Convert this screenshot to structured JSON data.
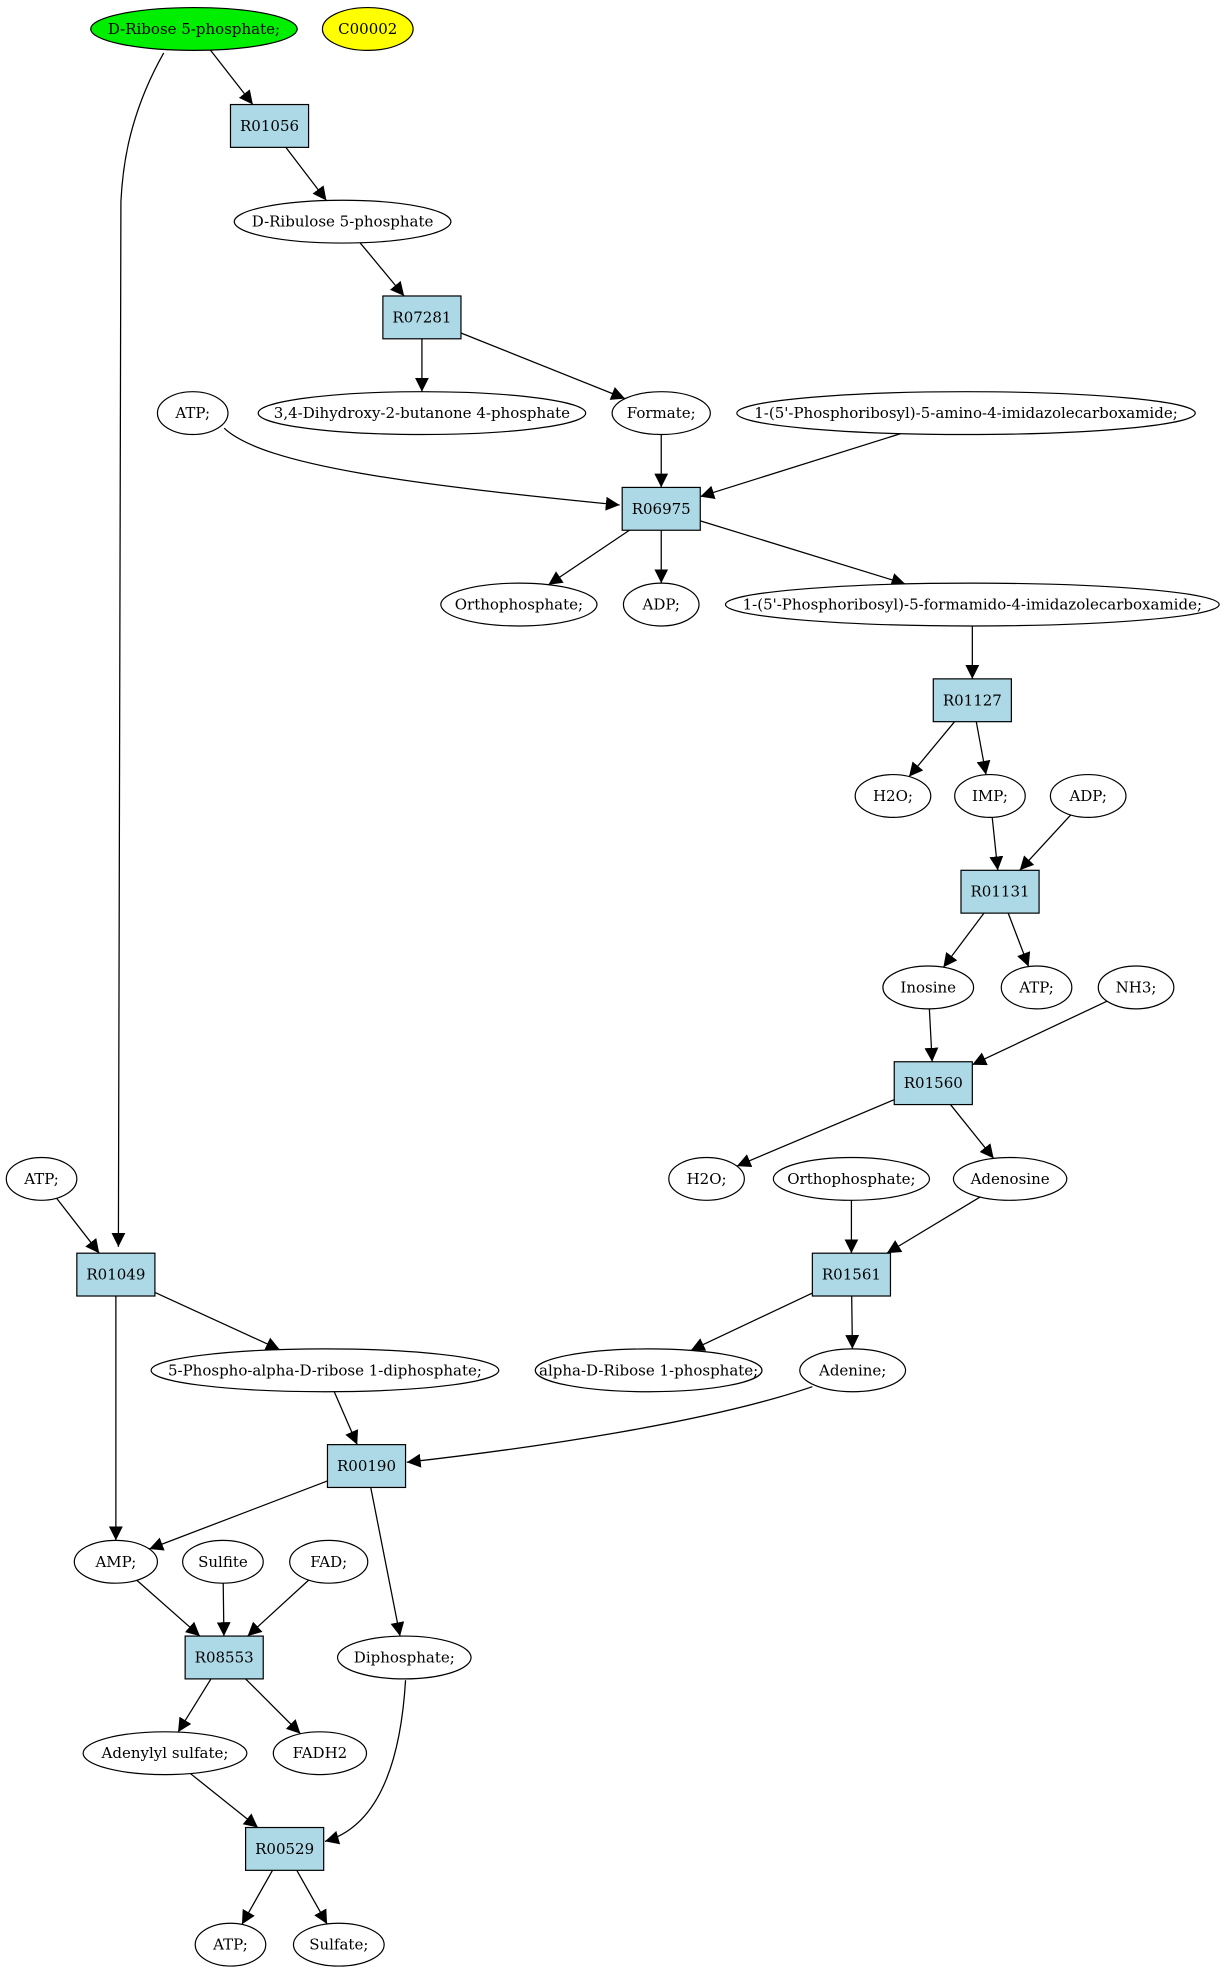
{
  "colors": {
    "reaction_fill": "#add8e6",
    "source_fill": "#00ee00",
    "highlight_fill": "#ffff00",
    "compound_fill": "#ffffff",
    "stroke": "#000000"
  },
  "nodes": [
    {
      "id": "n_dribose5p",
      "label": "D-Ribose 5-phosphate;",
      "shape": "ellipse",
      "kind": "source"
    },
    {
      "id": "n_c00002",
      "label": "C00002",
      "shape": "ellipse",
      "kind": "highlight"
    },
    {
      "id": "r_R01056",
      "label": "R01056",
      "shape": "box",
      "kind": "reaction"
    },
    {
      "id": "n_dribulose5p",
      "label": "D-Ribulose 5-phosphate",
      "shape": "ellipse",
      "kind": "compound"
    },
    {
      "id": "r_R07281",
      "label": "R07281",
      "shape": "box",
      "kind": "reaction"
    },
    {
      "id": "n_atp1",
      "label": "ATP;",
      "shape": "ellipse",
      "kind": "compound"
    },
    {
      "id": "n_dhbp",
      "label": "3,4-Dihydroxy-2-butanone 4-phosphate",
      "shape": "ellipse",
      "kind": "compound"
    },
    {
      "id": "n_formate",
      "label": "Formate;",
      "shape": "ellipse",
      "kind": "compound"
    },
    {
      "id": "n_aicar",
      "label": "1-(5'-Phosphoribosyl)-5-amino-4-imidazolecarboxamide;",
      "shape": "ellipse",
      "kind": "compound"
    },
    {
      "id": "r_R06975",
      "label": "R06975",
      "shape": "box",
      "kind": "reaction"
    },
    {
      "id": "n_orthop1",
      "label": "Orthophosphate;",
      "shape": "ellipse",
      "kind": "compound"
    },
    {
      "id": "n_adp1",
      "label": "ADP;",
      "shape": "ellipse",
      "kind": "compound"
    },
    {
      "id": "n_faicar",
      "label": "1-(5'-Phosphoribosyl)-5-formamido-4-imidazolecarboxamide;",
      "shape": "ellipse",
      "kind": "compound"
    },
    {
      "id": "r_R01127",
      "label": "R01127",
      "shape": "box",
      "kind": "reaction"
    },
    {
      "id": "n_h2o1",
      "label": "H2O;",
      "shape": "ellipse",
      "kind": "compound"
    },
    {
      "id": "n_imp",
      "label": "IMP;",
      "shape": "ellipse",
      "kind": "compound"
    },
    {
      "id": "n_adp2",
      "label": "ADP;",
      "shape": "ellipse",
      "kind": "compound"
    },
    {
      "id": "r_R01131",
      "label": "R01131",
      "shape": "box",
      "kind": "reaction"
    },
    {
      "id": "n_inosine",
      "label": "Inosine",
      "shape": "ellipse",
      "kind": "compound"
    },
    {
      "id": "n_atp2",
      "label": "ATP;",
      "shape": "ellipse",
      "kind": "compound"
    },
    {
      "id": "n_nh3",
      "label": "NH3;",
      "shape": "ellipse",
      "kind": "compound"
    },
    {
      "id": "r_R01560",
      "label": "R01560",
      "shape": "box",
      "kind": "reaction"
    },
    {
      "id": "n_atp3",
      "label": "ATP;",
      "shape": "ellipse",
      "kind": "compound"
    },
    {
      "id": "n_h2o2",
      "label": "H2O;",
      "shape": "ellipse",
      "kind": "compound"
    },
    {
      "id": "n_orthop2",
      "label": "Orthophosphate;",
      "shape": "ellipse",
      "kind": "compound"
    },
    {
      "id": "n_adenosine",
      "label": "Adenosine",
      "shape": "ellipse",
      "kind": "compound"
    },
    {
      "id": "r_R01049",
      "label": "R01049",
      "shape": "box",
      "kind": "reaction"
    },
    {
      "id": "r_R01561",
      "label": "R01561",
      "shape": "box",
      "kind": "reaction"
    },
    {
      "id": "n_prpp",
      "label": "5-Phospho-alpha-D-ribose 1-diphosphate;",
      "shape": "ellipse",
      "kind": "compound"
    },
    {
      "id": "n_adr1p",
      "label": "alpha-D-Ribose 1-phosphate;",
      "shape": "ellipse",
      "kind": "compound"
    },
    {
      "id": "n_adenine",
      "label": "Adenine;",
      "shape": "ellipse",
      "kind": "compound"
    },
    {
      "id": "r_R00190",
      "label": "R00190",
      "shape": "box",
      "kind": "reaction"
    },
    {
      "id": "n_amp",
      "label": "AMP;",
      "shape": "ellipse",
      "kind": "compound"
    },
    {
      "id": "n_sulfite",
      "label": "Sulfite",
      "shape": "ellipse",
      "kind": "compound"
    },
    {
      "id": "n_fad",
      "label": "FAD;",
      "shape": "ellipse",
      "kind": "compound"
    },
    {
      "id": "r_R08553",
      "label": "R08553",
      "shape": "box",
      "kind": "reaction"
    },
    {
      "id": "n_diphosphate",
      "label": "Diphosphate;",
      "shape": "ellipse",
      "kind": "compound"
    },
    {
      "id": "n_aps",
      "label": "Adenylyl sulfate;",
      "shape": "ellipse",
      "kind": "compound"
    },
    {
      "id": "n_fadh2",
      "label": "FADH2",
      "shape": "ellipse",
      "kind": "compound"
    },
    {
      "id": "r_R00529",
      "label": "R00529",
      "shape": "box",
      "kind": "reaction"
    },
    {
      "id": "n_atp4",
      "label": "ATP;",
      "shape": "ellipse",
      "kind": "compound"
    },
    {
      "id": "n_sulfate",
      "label": "Sulfate;",
      "shape": "ellipse",
      "kind": "compound"
    }
  ],
  "edges": [
    {
      "from": "n_dribose5p",
      "to": "r_R01056"
    },
    {
      "from": "n_dribose5p",
      "to": "r_R01049"
    },
    {
      "from": "r_R01056",
      "to": "n_dribulose5p"
    },
    {
      "from": "n_dribulose5p",
      "to": "r_R07281"
    },
    {
      "from": "r_R07281",
      "to": "n_dhbp"
    },
    {
      "from": "r_R07281",
      "to": "n_formate"
    },
    {
      "from": "n_atp1",
      "to": "r_R06975"
    },
    {
      "from": "n_formate",
      "to": "r_R06975"
    },
    {
      "from": "n_aicar",
      "to": "r_R06975"
    },
    {
      "from": "r_R06975",
      "to": "n_orthop1"
    },
    {
      "from": "r_R06975",
      "to": "n_adp1"
    },
    {
      "from": "r_R06975",
      "to": "n_faicar"
    },
    {
      "from": "n_faicar",
      "to": "r_R01127"
    },
    {
      "from": "r_R01127",
      "to": "n_h2o1"
    },
    {
      "from": "r_R01127",
      "to": "n_imp"
    },
    {
      "from": "n_imp",
      "to": "r_R01131"
    },
    {
      "from": "n_adp2",
      "to": "r_R01131"
    },
    {
      "from": "r_R01131",
      "to": "n_inosine"
    },
    {
      "from": "r_R01131",
      "to": "n_atp2"
    },
    {
      "from": "n_inosine",
      "to": "r_R01560"
    },
    {
      "from": "n_nh3",
      "to": "r_R01560"
    },
    {
      "from": "r_R01560",
      "to": "n_h2o2"
    },
    {
      "from": "r_R01560",
      "to": "n_adenosine"
    },
    {
      "from": "n_orthop2",
      "to": "r_R01561"
    },
    {
      "from": "n_adenosine",
      "to": "r_R01561"
    },
    {
      "from": "r_R01561",
      "to": "n_adr1p"
    },
    {
      "from": "r_R01561",
      "to": "n_adenine"
    },
    {
      "from": "n_atp3",
      "to": "r_R01049"
    },
    {
      "from": "r_R01049",
      "to": "n_prpp"
    },
    {
      "from": "r_R01049",
      "to": "n_amp"
    },
    {
      "from": "n_prpp",
      "to": "r_R00190"
    },
    {
      "from": "n_adenine",
      "to": "r_R00190"
    },
    {
      "from": "r_R00190",
      "to": "n_amp"
    },
    {
      "from": "r_R00190",
      "to": "n_diphosphate"
    },
    {
      "from": "n_amp",
      "to": "r_R08553"
    },
    {
      "from": "n_sulfite",
      "to": "r_R08553"
    },
    {
      "from": "n_fad",
      "to": "r_R08553"
    },
    {
      "from": "r_R08553",
      "to": "n_aps"
    },
    {
      "from": "r_R08553",
      "to": "n_fadh2"
    },
    {
      "from": "n_aps",
      "to": "r_R00529"
    },
    {
      "from": "n_diphosphate",
      "to": "r_R00529"
    },
    {
      "from": "r_R00529",
      "to": "n_atp4"
    },
    {
      "from": "r_R00529",
      "to": "n_sulfate"
    }
  ]
}
